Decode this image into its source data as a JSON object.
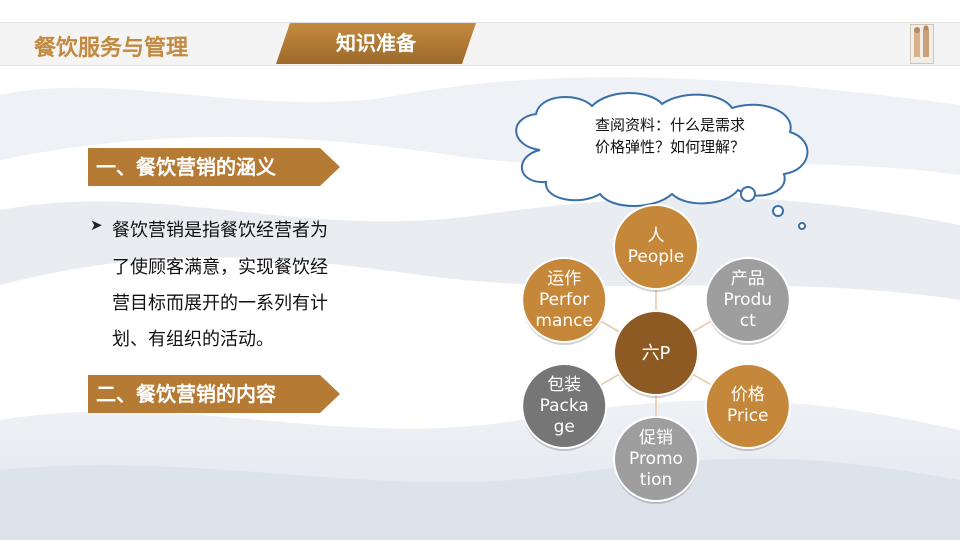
{
  "header": {
    "course_title": "餐饮服务与管理",
    "section_tab": "知识准备"
  },
  "sections": [
    {
      "label": "一、餐饮营销的涵义"
    },
    {
      "label": "二、餐饮营销的内容"
    }
  ],
  "definition": {
    "lines": [
      "餐饮营销是指餐饮经营者为",
      "了使顾客满意，实现餐饮经",
      "营目标而展开的一系列有计",
      "划、有组织的活动。"
    ]
  },
  "thought_cloud": {
    "lines": [
      "查阅资料：什么是需求",
      "价格弹性？如何理解？"
    ]
  },
  "six_p": {
    "center": "六P",
    "nodes": [
      {
        "lines": [
          "人",
          "People"
        ],
        "color": "#c5873a"
      },
      {
        "lines": [
          "产品",
          "Produ",
          "ct"
        ],
        "color": "#9e9e9e"
      },
      {
        "lines": [
          "价格",
          "Price"
        ],
        "color": "#c5873a"
      },
      {
        "lines": [
          "促销",
          "Promo",
          "tion"
        ],
        "color": "#9e9e9e"
      },
      {
        "lines": [
          "包装",
          "Packa",
          "ge"
        ],
        "color": "#767676"
      },
      {
        "lines": [
          "运作",
          "Perfor",
          "mance"
        ],
        "color": "#c5873a"
      }
    ],
    "center_color": "#8d5a24",
    "connector_color": "#e8c6a6"
  },
  "colors": {
    "brand_gold": "#c28a3f",
    "banner_brown": "#b57a34"
  }
}
